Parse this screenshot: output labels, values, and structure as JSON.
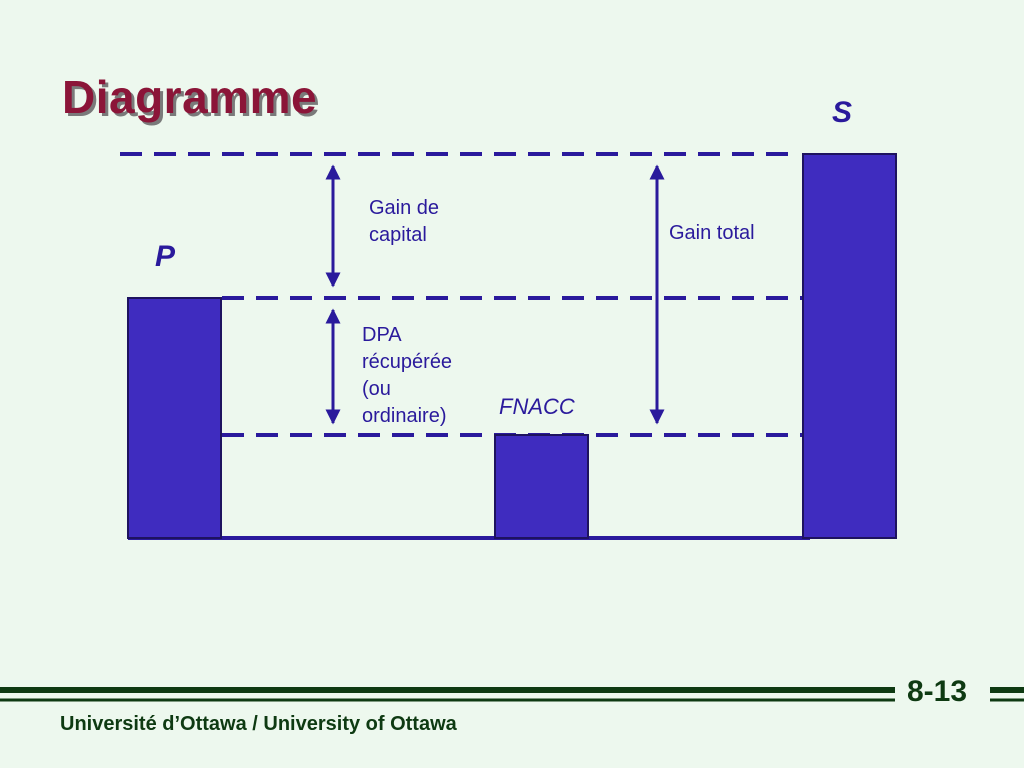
{
  "slide": {
    "title": "Diagramme",
    "page_number": "8-13",
    "footer": "Université d’Ottawa / University of Ottawa"
  },
  "diagram": {
    "labels": {
      "p": "P",
      "s": "S",
      "fnacc": "FNACC",
      "gain_capital_line1": "Gain de",
      "gain_capital_line2": "capital",
      "dpa_line1": "DPA",
      "dpa_line2": "récupérée",
      "dpa_line3": "(ou",
      "dpa_line4": "ordinaire)",
      "gain_total": "Gain total"
    },
    "colors": {
      "bar_fill": "#3f2cbf",
      "line": "#2a1a9c",
      "title": "#8b1538",
      "footer": "#0e3a12",
      "background": "#edf8ee"
    }
  }
}
